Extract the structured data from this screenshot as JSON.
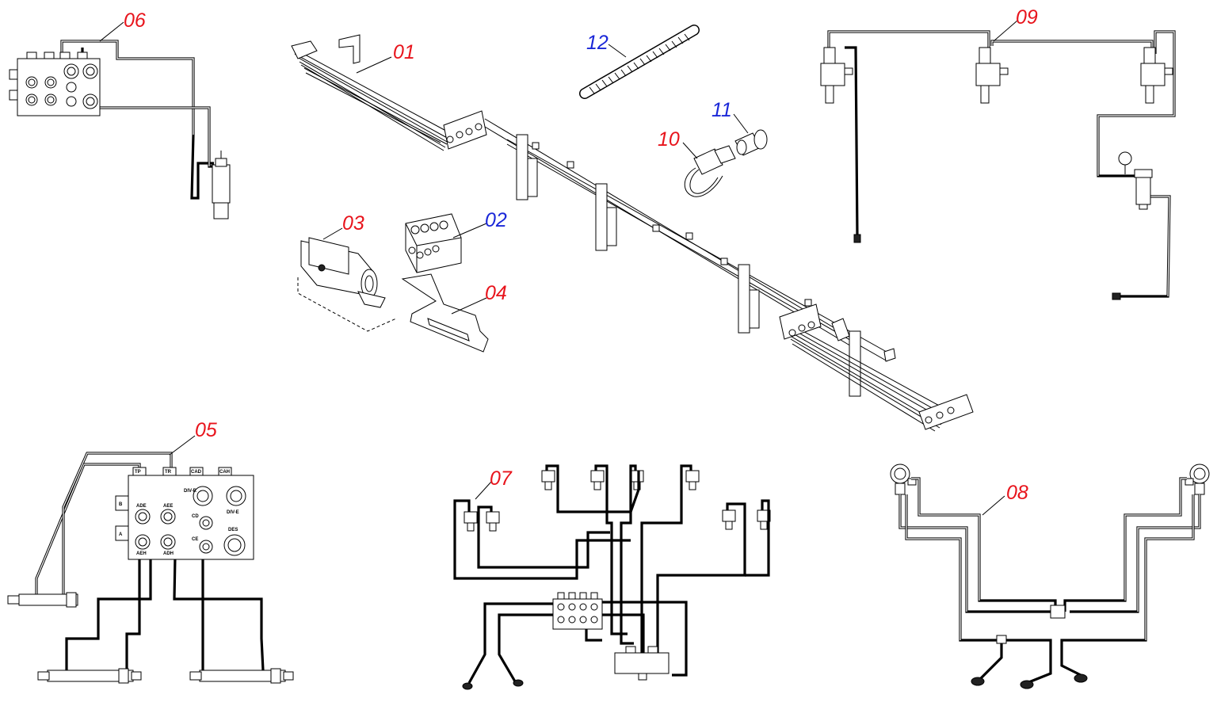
{
  "callout_colors": {
    "red": "#e8141c",
    "blue": "#1a27d8"
  },
  "callouts": [
    {
      "id": "01",
      "color": "red"
    },
    {
      "id": "02",
      "color": "blue"
    },
    {
      "id": "03",
      "color": "red"
    },
    {
      "id": "04",
      "color": "red"
    },
    {
      "id": "05",
      "color": "red"
    },
    {
      "id": "06",
      "color": "red"
    },
    {
      "id": "07",
      "color": "red"
    },
    {
      "id": "08",
      "color": "red"
    },
    {
      "id": "09",
      "color": "red"
    },
    {
      "id": "10",
      "color": "red"
    },
    {
      "id": "11",
      "color": "blue"
    },
    {
      "id": "12",
      "color": "blue"
    }
  ],
  "manifold_labels": {
    "top": [
      "TP",
      "TR",
      "CAD",
      "CAH"
    ],
    "row1": [
      "ADE",
      "AEE",
      "DIV-R",
      "DIV-E"
    ],
    "row2": [
      "CD"
    ],
    "row3": [
      "AEH",
      "ADH",
      "CE",
      "DES"
    ],
    "ports": [
      "B",
      "A"
    ]
  }
}
